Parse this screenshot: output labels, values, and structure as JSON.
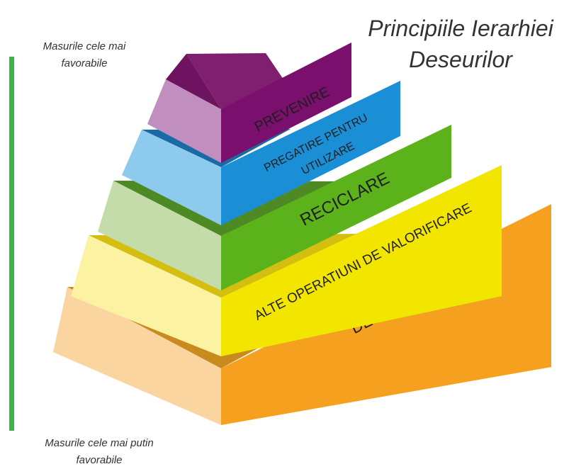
{
  "title": {
    "line1": "Principiile Ierarhiei",
    "line2": "Deseurilor"
  },
  "scale": {
    "top_label": {
      "line1": "Masurile cele mai",
      "line2": "favorabile"
    },
    "bottom_label": {
      "line1": "Masurile cele mai putin",
      "line2": "favorabile"
    },
    "bar_color": "#3bb54a"
  },
  "levels": [
    {
      "label": "PREVENIRE",
      "color": "#7b0f6e"
    },
    {
      "label_line1": "PREGATIRE PENTRU",
      "label_line2": "UTILIZARE",
      "color": "#1a8fd6"
    },
    {
      "label": "RECICLARE",
      "color": "#5cb21b"
    },
    {
      "label": "ALTE OPERATIUNI DE VALORIFICARE",
      "color": "#f2e600"
    },
    {
      "label": "DEPOZITARE",
      "color": "#f5a01e"
    }
  ]
}
